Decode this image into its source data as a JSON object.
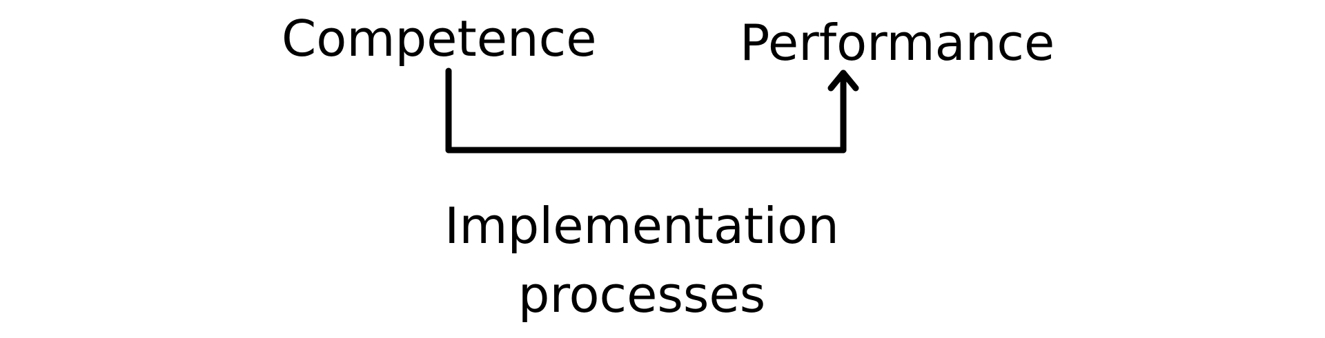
{
  "diagram": {
    "source_label": "Competence",
    "target_label": "Performance",
    "connector_label_line1": "Implementation",
    "connector_label_line2": "processes",
    "stroke_color": "#000000",
    "text_color": "#000000",
    "background_color": "#ffffff"
  }
}
